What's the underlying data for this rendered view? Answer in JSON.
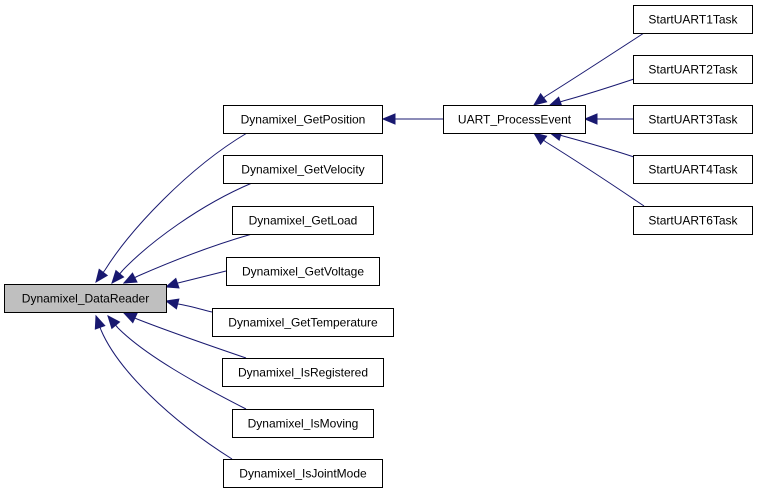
{
  "colors": {
    "edge": "#191970",
    "root_fill": "#bfbfbf",
    "node_fill": "#ffffff",
    "node_stroke": "#000000"
  },
  "nodes": [
    {
      "id": "dr",
      "label": "Dynamixel_DataReader",
      "root": true
    },
    {
      "id": "pos",
      "label": "Dynamixel_GetPosition"
    },
    {
      "id": "vel",
      "label": "Dynamixel_GetVelocity"
    },
    {
      "id": "load",
      "label": "Dynamixel_GetLoad"
    },
    {
      "id": "volt",
      "label": "Dynamixel_GetVoltage"
    },
    {
      "id": "temp",
      "label": "Dynamixel_GetTemperature"
    },
    {
      "id": "reg",
      "label": "Dynamixel_IsRegistered"
    },
    {
      "id": "mov",
      "label": "Dynamixel_IsMoving"
    },
    {
      "id": "jm",
      "label": "Dynamixel_IsJointMode"
    },
    {
      "id": "uart",
      "label": "UART_ProcessEvent"
    },
    {
      "id": "u1",
      "label": "StartUART1Task"
    },
    {
      "id": "u2",
      "label": "StartUART2Task"
    },
    {
      "id": "u3",
      "label": "StartUART3Task"
    },
    {
      "id": "u4",
      "label": "StartUART4Task"
    },
    {
      "id": "u6",
      "label": "StartUART6Task"
    }
  ],
  "edges": [
    {
      "from": "pos",
      "to": "dr"
    },
    {
      "from": "vel",
      "to": "dr"
    },
    {
      "from": "load",
      "to": "dr"
    },
    {
      "from": "volt",
      "to": "dr"
    },
    {
      "from": "temp",
      "to": "dr"
    },
    {
      "from": "reg",
      "to": "dr"
    },
    {
      "from": "mov",
      "to": "dr"
    },
    {
      "from": "jm",
      "to": "dr"
    },
    {
      "from": "uart",
      "to": "pos"
    },
    {
      "from": "u1",
      "to": "uart"
    },
    {
      "from": "u2",
      "to": "uart"
    },
    {
      "from": "u3",
      "to": "uart"
    },
    {
      "from": "u4",
      "to": "uart"
    },
    {
      "from": "u6",
      "to": "uart"
    }
  ]
}
